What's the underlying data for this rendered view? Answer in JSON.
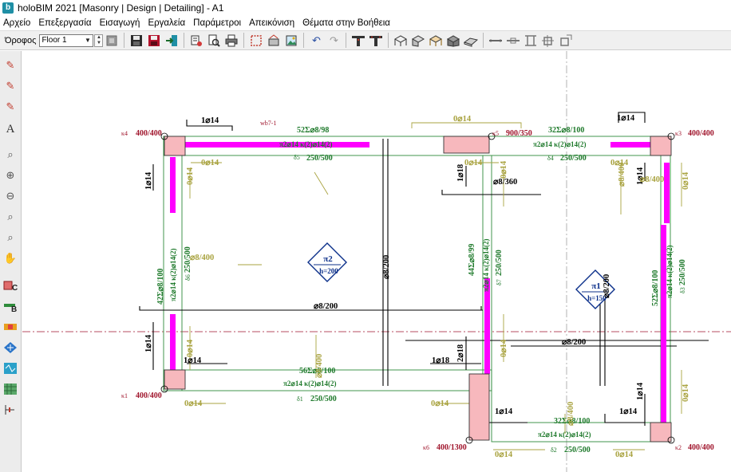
{
  "window": {
    "title": "holoBIM 2021 [Masonry | Design | Detailing] - A1",
    "icon_letter": "b"
  },
  "menu": [
    "Αρχείο",
    "Επεξεργασία",
    "Εισαγωγή",
    "Εργαλεία",
    "Παράμετροι",
    "Απεικόνιση",
    "Θέματα στην Βοήθεια"
  ],
  "toolbar": {
    "floor_label": "Όροφος",
    "floor_value": "Floor 1"
  },
  "drawing": {
    "columns": {
      "k1": {
        "label": "κ1",
        "size": "400/400"
      },
      "k2": {
        "label": "κ2",
        "size": "400/400"
      },
      "k3": {
        "label": "κ3",
        "size": "400/400"
      },
      "k4": {
        "label": "κ4",
        "size": "400/400"
      },
      "k5": {
        "label": "κ5",
        "size": "900/350"
      },
      "k6": {
        "label": "κ6",
        "size": "400/1300"
      }
    },
    "beams": {
      "b5": {
        "label": "δ5",
        "size": "250/500",
        "stirrups": "52Σ⌀8/98",
        "bottom": "π2⌀14 κ(2)⌀14(2)"
      },
      "b4": {
        "label": "δ4",
        "size": "250/500",
        "stirrups": "32Σ⌀8/100",
        "bottom": "π2⌀14 κ(2)⌀14(2)"
      },
      "b1": {
        "label": "δ1",
        "size": "250/500",
        "stirrups": "56Σ⌀8/100",
        "bottom": "π2⌀14 κ(2)⌀14(2)"
      },
      "b2": {
        "label": "δ2",
        "size": "250/500",
        "stirrups": "32Σ⌀8/100",
        "bottom": "π2⌀14 κ(2)⌀14(2)"
      },
      "b6": {
        "label": "δ6",
        "size": "250/500",
        "stirrups": "42Σ⌀8/100",
        "bottom": "π2⌀14 κ(2)⌀14(2)"
      },
      "b7": {
        "label": "δ7",
        "size": "250/500",
        "stirrups": "44Σ⌀8/99",
        "bottom": "π2⌀14 κ(2)⌀14(2)"
      },
      "b3": {
        "label": "δ3",
        "size": "250/500",
        "stirrups": "52Σ⌀8/100",
        "bottom": "π2⌀14 κ(2)⌀14(2)"
      }
    },
    "slabs": {
      "s2": {
        "name": "π2",
        "thickness": "h=200"
      },
      "s1": {
        "name": "π1",
        "thickness": "h=150"
      }
    },
    "bars": {
      "top_1d14": "1⌀14",
      "top_0d14": "0⌀14",
      "bar_1d18": "1⌀18",
      "bar_2d18": "2⌀18",
      "d8_200": "⌀8/200",
      "d8_360": "⌀8/360",
      "d8_400": "⌀8/400",
      "wb": "wb7-1"
    }
  }
}
